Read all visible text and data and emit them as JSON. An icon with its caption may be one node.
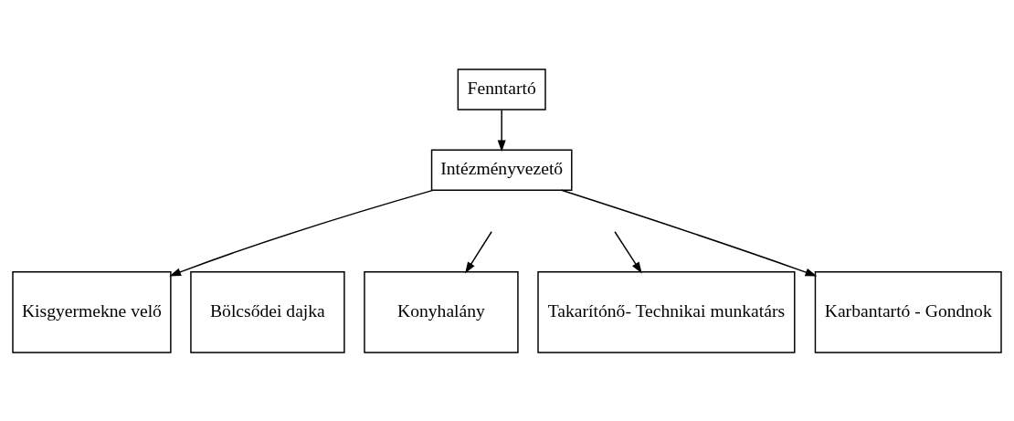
{
  "diagram": {
    "nodes": [
      {
        "text": [
          "Fenntartó"
        ]
      },
      {
        "text": [
          "Intézményvezető"
        ]
      },
      {
        "text": [
          "Kisgyermekne velő"
        ]
      },
      {
        "text": [
          "Bölcsődei dajka"
        ]
      },
      {
        "text": [
          "Konyhalány"
        ]
      },
      {
        "text": [
          "Takarítónő- Technikai munkatárs"
        ]
      },
      {
        "text": [
          "Karbantartó - Gondnok"
        ]
      }
    ],
    "edges": [
      {
        "from": 0,
        "to": 1,
        "arrow": "to"
      },
      {
        "from": 1,
        "to": 2,
        "arrow": "to"
      },
      {
        "from": null,
        "to": 4,
        "arrow": "to"
      },
      {
        "from": null,
        "to": 5,
        "arrow": "to"
      },
      {
        "from": 1,
        "to": 6,
        "arrow": "to"
      }
    ]
  }
}
